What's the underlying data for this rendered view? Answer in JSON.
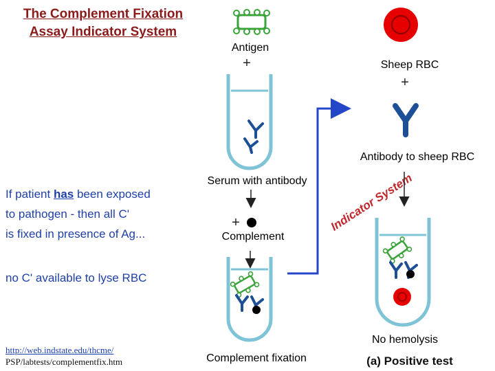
{
  "title": {
    "line1": "The Complement Fixation",
    "line2": "Assay Indicator System"
  },
  "patient_text": {
    "line1_pre": "If patient ",
    "line1_has": "has",
    "line1_post": " been exposed",
    "line2": "to pathogen - then all C'",
    "line3": "is fixed in presence of Ag..."
  },
  "lyse_text": "no C' available to lyse RBC",
  "labels": {
    "antigen": "Antigen",
    "plus1": "+",
    "serum": "Serum with antibody",
    "plus2": "+",
    "complement": "Complement",
    "complement_fixation": "Complement fixation",
    "sheep_rbc": "Sheep RBC",
    "plus3": "+",
    "antibody_sheep": "Antibody to sheep RBC",
    "indicator_system": "Indicator System",
    "no_hemolysis": "No hemolysis",
    "positive_test": "(a) Positive test"
  },
  "links": {
    "line1": "http://web.indstate.edu/thcme/",
    "line2": "PSP/labtests/complementfix.htm"
  },
  "colors": {
    "title": "#8b1a1a",
    "text_blue": "#1f3fa8",
    "tube": "#7ec3d6",
    "antibody": "#1c4f96",
    "antigen": "#3aa33a",
    "rbc": "#e60000",
    "arrow": "#2446c8",
    "indicator": "#c0282c"
  }
}
